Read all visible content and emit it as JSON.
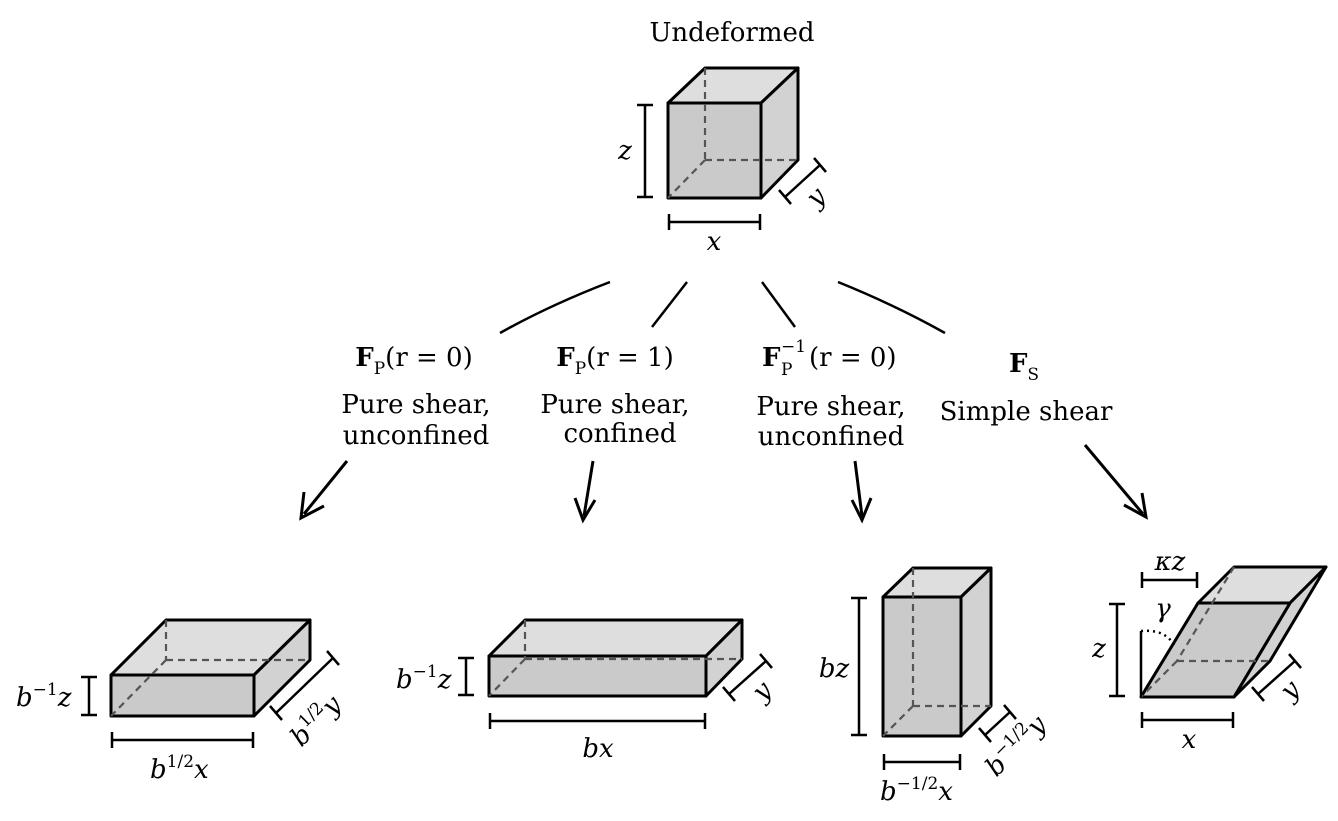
{
  "title": "Undeformed",
  "undeformed": {
    "x": "x",
    "y": "y",
    "z": "z"
  },
  "branches": [
    {
      "map_main": "F",
      "map_sub": "P",
      "map_sup": "",
      "map_arg": "(r = 0)",
      "desc_line1": "Pure shear,",
      "desc_line2": "unconfined",
      "dims": {
        "height_base": "b",
        "height_exp": "−1",
        "height_var": "z",
        "width_base": "b",
        "width_exp": "1/2",
        "width_var": "x",
        "depth_base": "b",
        "depth_exp": "1/2",
        "depth_var": "y"
      }
    },
    {
      "map_main": "F",
      "map_sub": "P",
      "map_sup": "",
      "map_arg": "(r = 1)",
      "desc_line1": "Pure shear,",
      "desc_line2": "confined",
      "dims": {
        "height_base": "b",
        "height_exp": "−1",
        "height_var": "z",
        "width": "bx",
        "depth": "y"
      }
    },
    {
      "map_main": "F",
      "map_sub": "P",
      "map_sup": "−1",
      "map_arg": "(r = 0)",
      "desc_line1": "Pure shear,",
      "desc_line2": "unconfined",
      "dims": {
        "height": "bz",
        "width_base": "b",
        "width_exp": "−1/2",
        "width_var": "x",
        "depth_base": "b",
        "depth_exp": "−1/2",
        "depth_var": "y"
      }
    },
    {
      "map_main": "F",
      "map_sub": "S",
      "map_sup": "",
      "map_arg": "",
      "desc_line1": "Simple shear",
      "desc_line2": "",
      "dims": {
        "height": "z",
        "width": "x",
        "depth": "y",
        "offset": "κz",
        "angle": "γ"
      }
    }
  ]
}
